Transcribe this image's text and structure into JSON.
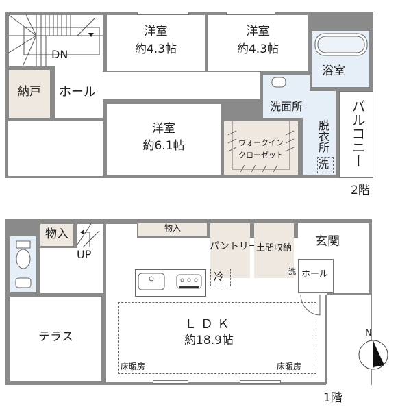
{
  "floor2": {
    "floor_label": "2階",
    "rooms": {
      "western_room_nw": {
        "name": "洋室",
        "size": "約4.3帖"
      },
      "western_room_ne": {
        "name": "洋室",
        "size": "約4.3帖"
      },
      "western_room_center": {
        "name": "洋室",
        "size": "約6.1帖"
      },
      "storage": {
        "name": "納戸"
      },
      "hall": {
        "name": "ホール"
      },
      "stairs": {
        "direction": "DN"
      },
      "bathroom": {
        "name": "浴室"
      },
      "washroom": {
        "name": "洗面所"
      },
      "dressing_room": {
        "name": "脱衣所"
      },
      "washer": {
        "name": "洗"
      },
      "walk_in_closet": {
        "line1": "ウォークイン",
        "line2": "クローゼット"
      },
      "balcony": {
        "name": "バルコニー"
      }
    }
  },
  "floor1": {
    "floor_label": "1階",
    "rooms": {
      "closet_small": {
        "name": "物入"
      },
      "closet_long": {
        "name": "物入"
      },
      "stairs": {
        "direction": "UP"
      },
      "terrace": {
        "name": "テラス"
      },
      "ldk": {
        "name": "ＬＤＫ",
        "size": "約18.9帖"
      },
      "floor_heating_left": {
        "name": "床暖房"
      },
      "floor_heating_right": {
        "name": "床暖房"
      },
      "pantry": {
        "name": "パントリー"
      },
      "fridge": {
        "name": "冷"
      },
      "earthen_storage": {
        "name": "土間収納"
      },
      "washer_small": {
        "name": "洗"
      },
      "entrance": {
        "name": "玄関"
      },
      "entrance_hall": {
        "name": "ホール"
      }
    }
  },
  "compass": {
    "label": "N"
  },
  "colors": {
    "wall": "#8a8a8a",
    "storage_beige": "#efe8e1",
    "wet_area_blue": "#e6eef8"
  }
}
